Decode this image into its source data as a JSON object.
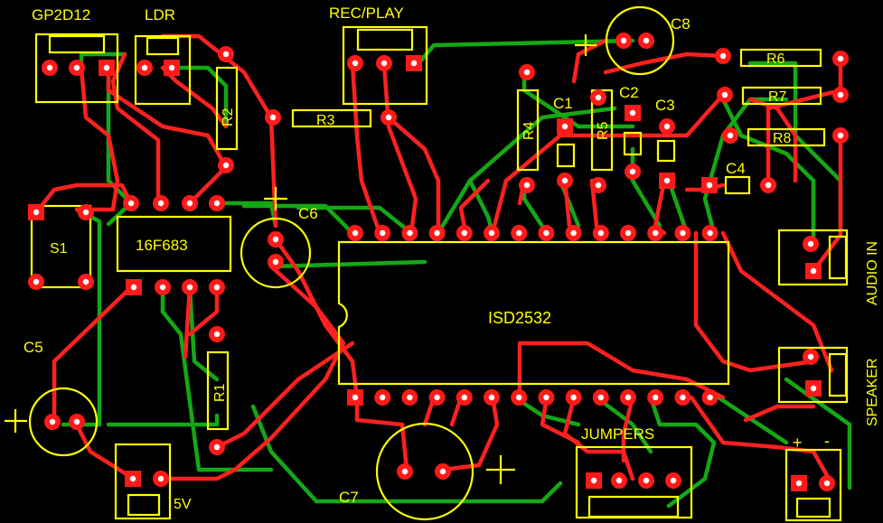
{
  "board": {
    "colors": {
      "background": "#000000",
      "silkscreen": "#ffff00",
      "top_copper": "#ff2020",
      "bottom_copper": "#14a814",
      "pad": "#ff1a1a",
      "drill": "#ffffff"
    }
  },
  "labels": {
    "gp2d12": "GP2D12",
    "ldr": "LDR",
    "rec_play": "REC/PLAY",
    "c8": "C8",
    "r6": "R6",
    "r7": "R7",
    "r8": "R8",
    "r2": "R2",
    "r3": "R3",
    "r4": "R4",
    "r5": "R5",
    "c1": "C1",
    "c2": "C2",
    "c3": "C3",
    "c4": "C4",
    "c6": "C6",
    "s1": "S1",
    "pic": "16F683",
    "isd": "ISD2532",
    "audio_in": "AUDIO IN",
    "speaker": "SPEAKER",
    "c5": "C5",
    "r1": "R1",
    "jumpers": "JUMPERS",
    "plus": "+",
    "minus": "-",
    "five_v": "5V",
    "c7": "C7"
  }
}
